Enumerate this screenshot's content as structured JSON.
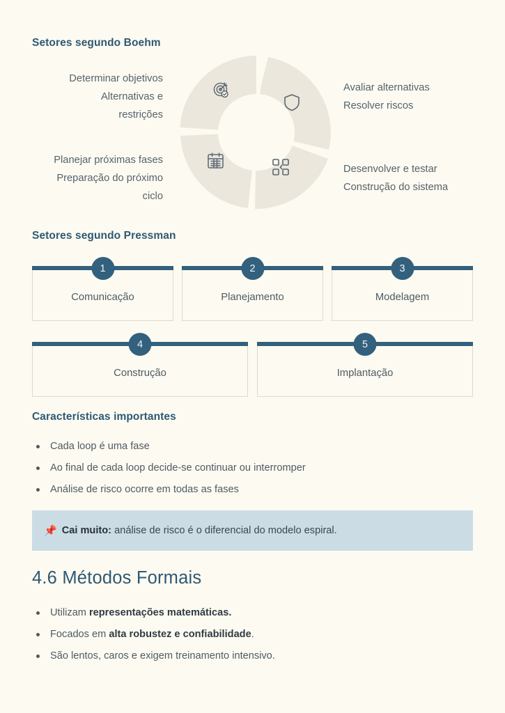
{
  "page": {
    "background_color": "#fdfbf1",
    "accent_color": "#33607d",
    "heading_color": "#2f5874",
    "body_text_color": "#4d5a63",
    "callout_bg_color": "#ccdce5",
    "donut_segment_color": "#ebe7dd"
  },
  "boehm": {
    "heading": "Setores segundo Boehm",
    "labels_left_top": [
      "Determinar objetivos",
      "Alternativas e",
      "restrições"
    ],
    "labels_left_bottom": [
      "Planejar próximas fases",
      "Preparação do próximo",
      "ciclo"
    ],
    "labels_right_top": [
      "Avaliar alternativas",
      "Resolver riscos"
    ],
    "labels_right_bottom": [
      "Desenvolver e testar",
      "Construção do sistema"
    ],
    "icons": [
      {
        "name": "target-icon",
        "quadrant": "top-left"
      },
      {
        "name": "shield-icon",
        "quadrant": "top-right"
      },
      {
        "name": "calendar-icon",
        "quadrant": "bottom-left"
      },
      {
        "name": "blocks-icon",
        "quadrant": "bottom-right"
      }
    ]
  },
  "pressman": {
    "heading": "Setores segundo Pressman",
    "cards": [
      {
        "number": "1",
        "label": "Comunicação"
      },
      {
        "number": "2",
        "label": "Planejamento"
      },
      {
        "number": "3",
        "label": "Modelagem"
      },
      {
        "number": "4",
        "label": "Construção"
      },
      {
        "number": "5",
        "label": "Implantação"
      }
    ]
  },
  "caracteristicas": {
    "heading": "Características importantes",
    "items": [
      "Cada loop é uma fase",
      "Ao final de cada loop decide-se continuar ou interromper",
      "Análise de risco ocorre em todas as fases"
    ]
  },
  "callout": {
    "icon": "pushpin-icon",
    "icon_glyph": "📌",
    "bold_prefix": "Cai muito:",
    "text": " análise de risco é o diferencial do modelo espiral."
  },
  "metodos_formais": {
    "heading": "4.6 Métodos Formais",
    "items": [
      {
        "lead": "Utilizam ",
        "bold": "representações matemáticas.",
        "tail": ""
      },
      {
        "lead": "Focados em ",
        "bold": "alta robustez e confiabilidade",
        "tail": "."
      },
      {
        "lead": "São lentos, caros e exigem treinamento intensivo.",
        "bold": "",
        "tail": ""
      }
    ]
  }
}
